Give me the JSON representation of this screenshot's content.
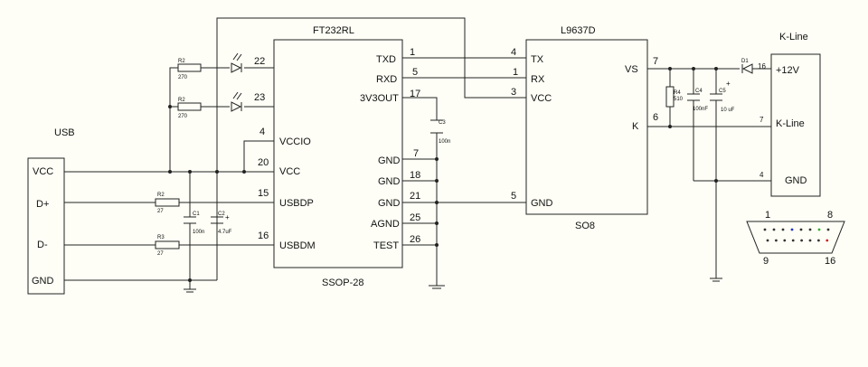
{
  "chips": {
    "ft": {
      "name": "FT232RL",
      "package": "SSOP-28",
      "right": [
        {
          "num": "1",
          "sig": "TXD"
        },
        {
          "num": "5",
          "sig": "RXD"
        },
        {
          "num": "17",
          "sig": "3V3OUT"
        },
        {
          "num": "7",
          "sig": "GND"
        },
        {
          "num": "18",
          "sig": "GND"
        },
        {
          "num": "21",
          "sig": "GND"
        },
        {
          "num": "25",
          "sig": "AGND"
        },
        {
          "num": "26",
          "sig": "TEST"
        }
      ],
      "left": [
        {
          "num": "22",
          "sig": ""
        },
        {
          "num": "23",
          "sig": ""
        },
        {
          "num": "4",
          "sig": "VCCIO"
        },
        {
          "num": "20",
          "sig": "VCC"
        },
        {
          "num": "15",
          "sig": "USBDP"
        },
        {
          "num": "16",
          "sig": "USBDM"
        }
      ]
    },
    "l9": {
      "name": "L9637D",
      "package": "SO8",
      "left": [
        {
          "num": "4",
          "sig": "TX"
        },
        {
          "num": "1",
          "sig": "RX"
        },
        {
          "num": "3",
          "sig": "VCC"
        },
        {
          "num": "5",
          "sig": "GND"
        }
      ],
      "right": [
        {
          "num": "7",
          "sig": "VS"
        },
        {
          "num": "6",
          "sig": "K"
        }
      ]
    }
  },
  "usb": {
    "title": "USB",
    "pins": [
      "VCC",
      "D+",
      "D-",
      "GND"
    ]
  },
  "kline": {
    "title": "K-Line",
    "pins": [
      "+12V",
      "K-Line",
      "GND"
    ],
    "pin_numbers": [
      "16",
      "7",
      "4"
    ]
  },
  "parts": {
    "r2a": {
      "ref": "R2",
      "val": "270"
    },
    "r2b": {
      "ref": "R2",
      "val": "270"
    },
    "r2c": {
      "ref": "R2",
      "val": "27"
    },
    "r3": {
      "ref": "R3",
      "val": "27"
    },
    "c1": {
      "ref": "C1",
      "val": "100n"
    },
    "c2": {
      "ref": "C2",
      "val": "4.7uF"
    },
    "c3": {
      "ref": "C3",
      "val": "100n"
    },
    "r4": {
      "ref": "R4",
      "val": "510"
    },
    "c4": {
      "ref": "C4",
      "val": "100nF"
    },
    "c5": {
      "ref": "C5",
      "val": "10 uF"
    },
    "d1": {
      "ref": "D1"
    }
  },
  "plus_sign": "+",
  "db9": {
    "n1": "1",
    "n8": "8",
    "n9": "9",
    "n16": "16"
  },
  "colors": {
    "red": "#cc2222",
    "green": "#33aa33",
    "blue": "#2233cc"
  }
}
